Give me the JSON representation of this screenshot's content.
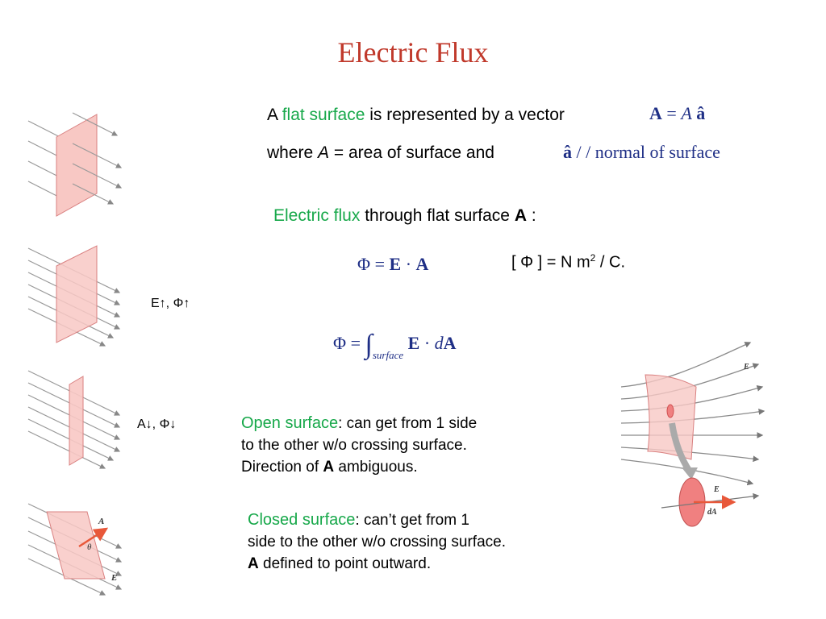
{
  "title": "Electric Flux",
  "vector_line": {
    "prefix": "A ",
    "highlight": "flat surface",
    "suffix": " is represented by a vector",
    "formula_A": "A",
    "formula_eq": " = ",
    "formula_A_italic": "A",
    "formula_ahat": "â"
  },
  "where_line": {
    "prefix": "where ",
    "var": "A",
    "suffix": " = area of surface  and",
    "formula_ahat": "â",
    "formula_rest": " / / normal of surface"
  },
  "flux_line": {
    "highlight": "Electric flux",
    "middle": " through flat  surface ",
    "bold": "A",
    "end": " :"
  },
  "flux_formula": {
    "phi": "Φ",
    "eq": " = ",
    "E": "E",
    "dot": " · ",
    "A": "A"
  },
  "units": {
    "text_before": "[ Φ ] = N m",
    "sup": "2",
    "text_after": " / C."
  },
  "integral_formula": {
    "phi": "Φ",
    "eq": " = ",
    "integral": "∫",
    "sub": "surface",
    "E": "E",
    "dot": " · ",
    "d": "d",
    "A": "A"
  },
  "labels": {
    "e_up": "E↑, Φ↑",
    "a_down": "A↓, Φ↓"
  },
  "open_surface": {
    "head": "Open surface",
    "colon": ":",
    "line1": "  can get from 1 side",
    "line2": "to the other w/o crossing surface.",
    "line3_a": "Direction of  ",
    "line3_bold": "A",
    "line3_b": "  ambiguous."
  },
  "closed_surface": {
    "head": "Closed surface",
    "colon": ":",
    "line1": "  can’t get from 1",
    "line2": "side to the other w/o crossing surface.",
    "line3_bold": "A",
    "line3_b": "  defined to point outward."
  },
  "figure_labels": {
    "vec_A": "A",
    "theta": "θ",
    "vec_E": "E",
    "right_E_top": "E",
    "right_E_bottom": "E",
    "right_dA": "dA"
  },
  "colors": {
    "title": "#c0392b",
    "green": "#17a84a",
    "math_blue": "#1f2f86",
    "surface_fill": "#f8c8c4",
    "surface_stroke": "#d98080",
    "arrow_red": "#e8583a",
    "field_gray": "#888888"
  }
}
